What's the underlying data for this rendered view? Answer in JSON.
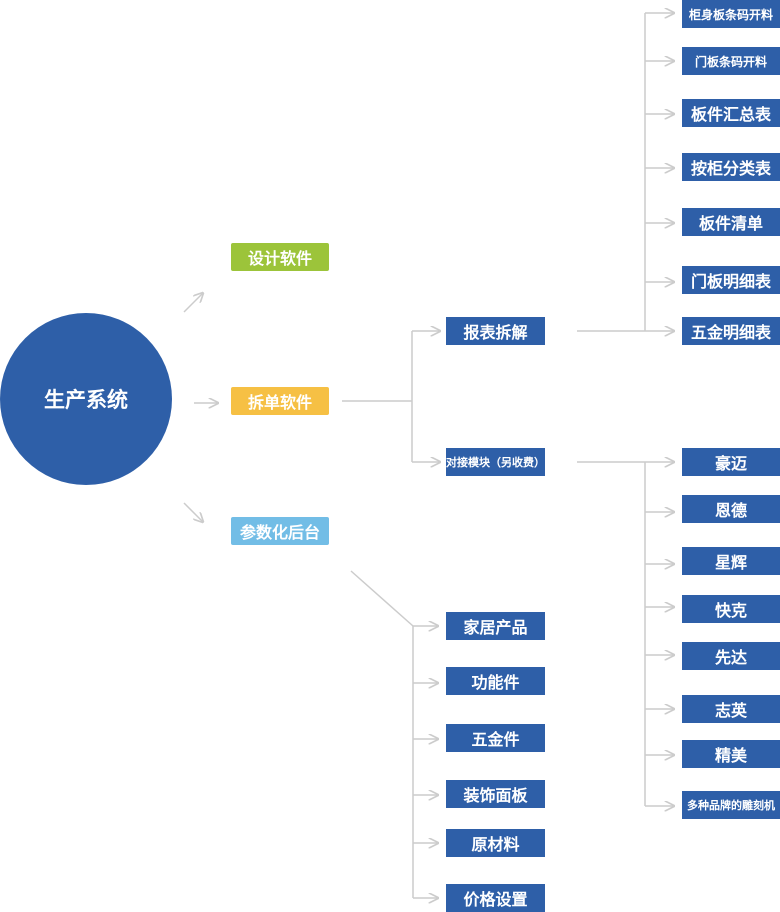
{
  "root": {
    "label": "生产系统"
  },
  "categories": {
    "design": "设计软件",
    "split": "拆单软件",
    "param": "参数化后台"
  },
  "split_children": {
    "report": "报表拆解",
    "docking": "对接模块（另收费）"
  },
  "report_items": [
    "柜身板条码开料",
    "门板条码开料",
    "板件汇总表",
    "按柜分类表",
    "板件清单",
    "门板明细表",
    "五金明细表"
  ],
  "docking_items": [
    "豪迈",
    "恩德",
    "星辉",
    "快克",
    "先达",
    "志英",
    "精美",
    "多种品牌的雕刻机"
  ],
  "param_items": [
    "家居产品",
    "功能件",
    "五金件",
    "装饰面板",
    "原材料",
    "价格设置"
  ],
  "colors": {
    "primary": "#2e5fa8",
    "design": "#9cc43a",
    "split": "#f6c044",
    "param": "#72bde6",
    "connector": "#cccccc"
  }
}
